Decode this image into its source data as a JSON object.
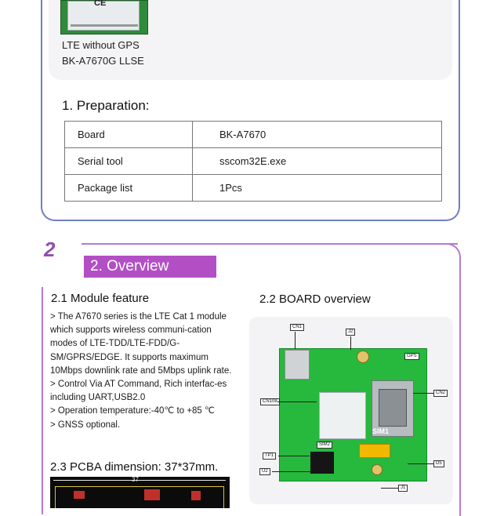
{
  "header": {
    "module_ce": "CE",
    "caption_line1": "LTE without GPS",
    "caption_line2": "BK-A7670G LLSE"
  },
  "preparation": {
    "title": "1. Preparation:",
    "rows": [
      {
        "key": "Board",
        "value": "BK-A7670"
      },
      {
        "key": "Serial tool",
        "value": "sscom32E.exe"
      },
      {
        "key": "Package list",
        "value": "1Pcs"
      }
    ]
  },
  "overview": {
    "section_number": "2",
    "label": "2. Overview",
    "module_feature_title": "2.1 Module feature",
    "features": [
      "> The A7670 series is the LTE Cat 1 module which supports wireless communi-cation modes of LTE-TDD/LTE-FDD/G-SM/GPRS/EDGE. It supports maximum 10Mbps downlink rate and 5Mbps uplink rate.",
      "> Control Via AT Command, Rich interfac-es including UART,USB2.0",
      "> Operation temperature:-40℃ to +85 ℃",
      "> GNSS optional."
    ],
    "pcba_title": "2.3 PCBA dimension: 37*37mm.",
    "pcba_ruler": "37",
    "board_title": "2.2 BOARD overview",
    "board_labels": {
      "cn1": "CN1",
      "j2": "J2",
      "gps": "GPS",
      "cn2": "CN2",
      "cn3": "CN108",
      "sim": "SIM1",
      "sim2": "SIM2",
      "tp1": "TP1",
      "u2": "U2",
      "d5": "D5",
      "j1": "J1"
    }
  }
}
